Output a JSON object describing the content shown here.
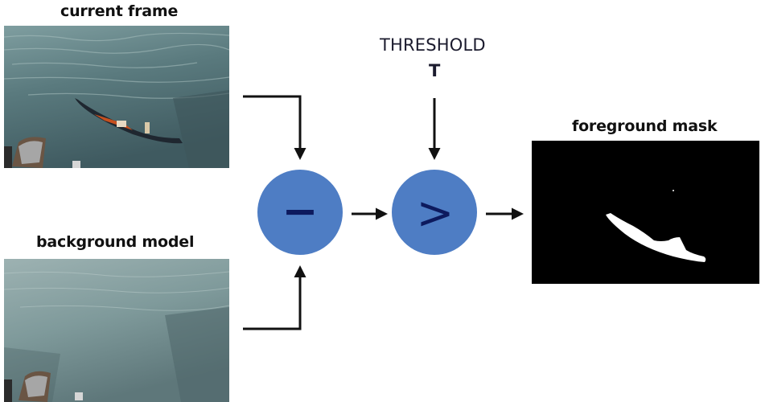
{
  "labels": {
    "current_frame": "current frame",
    "background_model": "background model",
    "foreground_mask": "foreground mask",
    "threshold": "THRESHOLD",
    "threshold_var": "T"
  },
  "operators": {
    "subtract": "−",
    "compare": ">"
  },
  "colors": {
    "operator_fill": "#4e7dc4",
    "operator_symbol": "#0d1a5e",
    "arrow": "#111111",
    "mask_bg": "#000000",
    "mask_fg": "#ffffff",
    "water": "#5d7f83",
    "water_light": "#8aa5a6"
  }
}
